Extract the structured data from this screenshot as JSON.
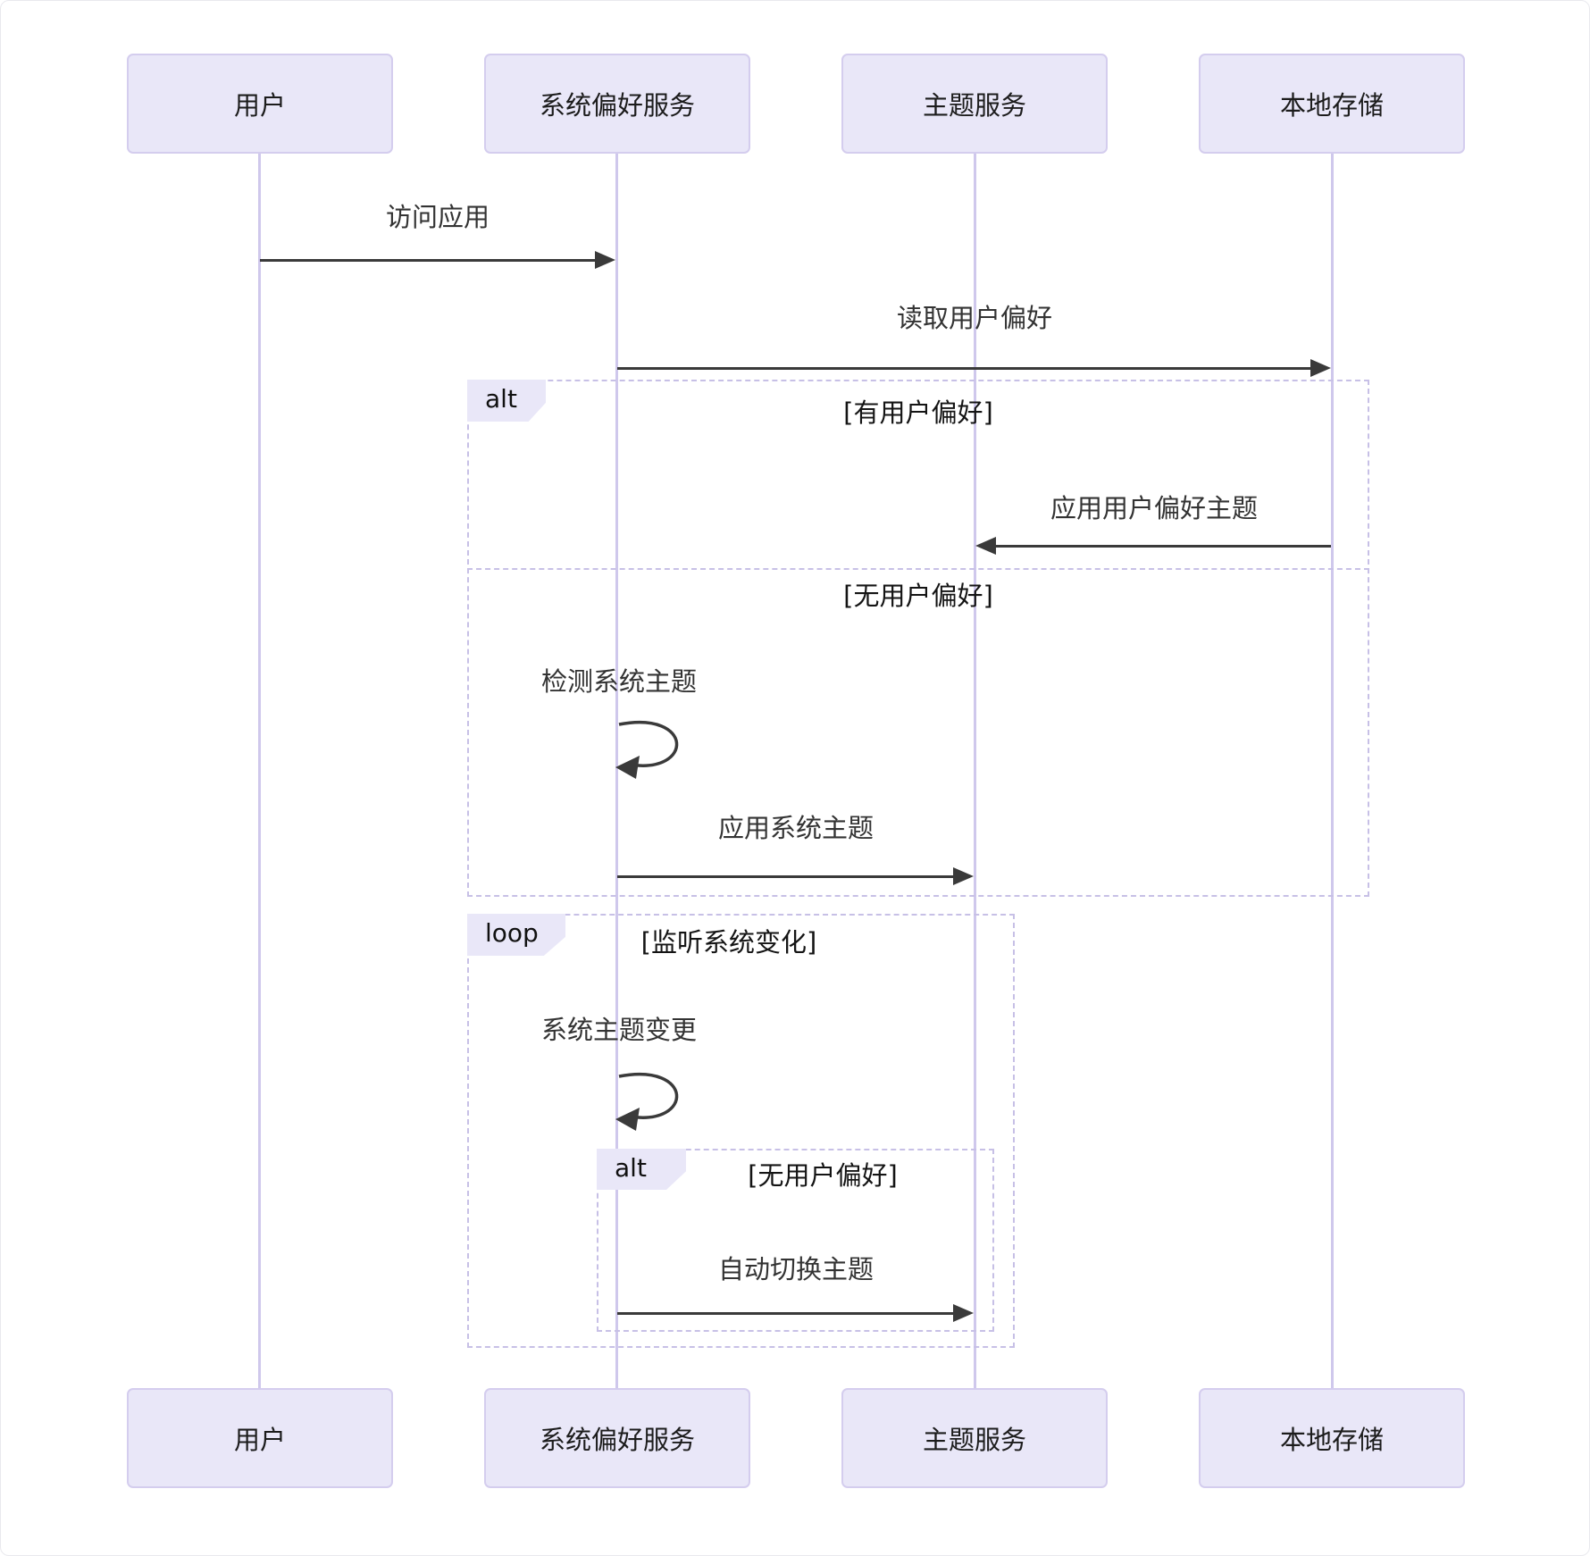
{
  "diagram": {
    "type": "sequence-diagram",
    "participants": [
      {
        "label": "用户"
      },
      {
        "label": "系统偏好服务"
      },
      {
        "label": "主题服务"
      },
      {
        "label": "本地存储"
      }
    ],
    "messages": [
      {
        "from": "用户",
        "to": "系统偏好服务",
        "label": "访问应用",
        "style": "solid-arrow"
      },
      {
        "from": "系统偏好服务",
        "to": "本地存储",
        "label": "读取用户偏好",
        "style": "solid-arrow"
      },
      {
        "from": "本地存储",
        "to": "主题服务",
        "label": "应用用户偏好主题",
        "style": "solid-arrow"
      },
      {
        "from": "系统偏好服务",
        "to": "系统偏好服务",
        "label": "检测系统主题",
        "style": "self-loop"
      },
      {
        "from": "系统偏好服务",
        "to": "主题服务",
        "label": "应用系统主题",
        "style": "solid-arrow"
      },
      {
        "from": "系统偏好服务",
        "to": "系统偏好服务",
        "label": "系统主题变更",
        "style": "self-loop"
      },
      {
        "from": "系统偏好服务",
        "to": "主题服务",
        "label": "自动切换主题",
        "style": "solid-arrow"
      }
    ],
    "frames": [
      {
        "label": "alt",
        "sections": [
          {
            "condition": "[有用户偏好]"
          },
          {
            "condition": "[无用户偏好]"
          }
        ]
      },
      {
        "label": "loop",
        "sections": [
          {
            "condition": "[监听系统变化]"
          }
        ]
      },
      {
        "label": "alt",
        "sections": [
          {
            "condition": "[无用户偏好]"
          }
        ]
      }
    ],
    "colors": {
      "background": "#ffffff",
      "actor_fill": "#e9e7f8",
      "actor_border": "#d4cdee",
      "lifeline": "#cfc8ec",
      "frame_border": "#c7c0e6",
      "arrow": "#3a3a3a",
      "text": "#222222"
    }
  }
}
